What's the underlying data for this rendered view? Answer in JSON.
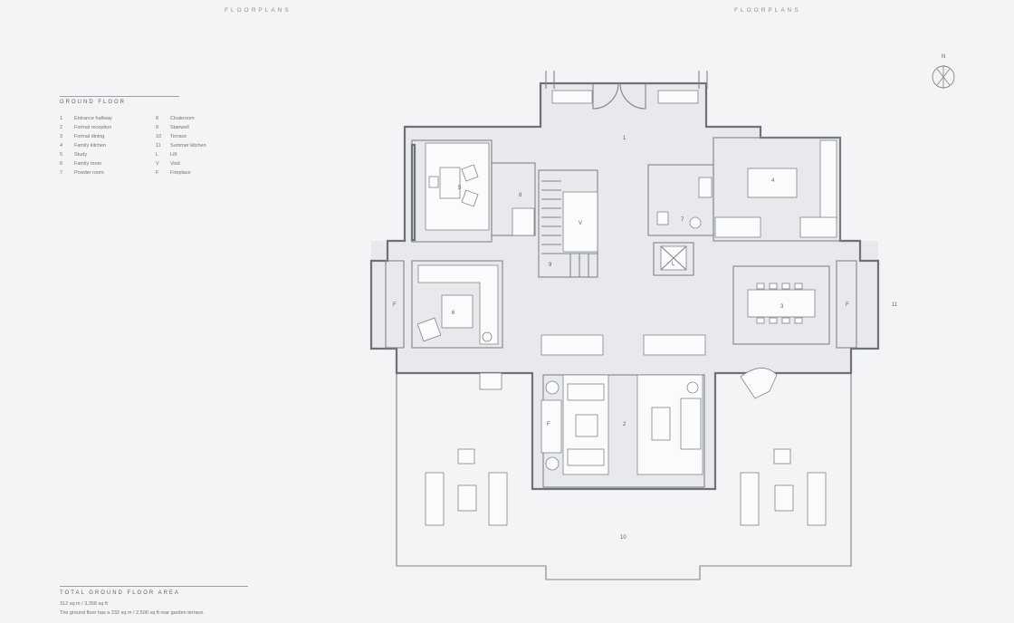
{
  "header": {
    "left": "FLOORPLANS",
    "right": "FLOORPLANS"
  },
  "legend": {
    "title": "GROUND FLOOR",
    "col1": [
      {
        "n": "1",
        "t": "Entrance hallway"
      },
      {
        "n": "2",
        "t": "Formal reception"
      },
      {
        "n": "3",
        "t": "Formal dining"
      },
      {
        "n": "4",
        "t": "Family kitchen"
      },
      {
        "n": "5",
        "t": "Study"
      },
      {
        "n": "6",
        "t": "Family room"
      },
      {
        "n": "7",
        "t": "Powder room"
      }
    ],
    "col2": [
      {
        "n": "8",
        "t": "Cloakroom"
      },
      {
        "n": "9",
        "t": "Stairwell"
      },
      {
        "n": "10",
        "t": "Terrace"
      },
      {
        "n": "11",
        "t": "Summer kitchen"
      },
      {
        "n": "L",
        "t": "Lift"
      },
      {
        "n": "V",
        "t": "Void"
      },
      {
        "n": "F",
        "t": "Fireplace"
      }
    ]
  },
  "total": {
    "title": "TOTAL GROUND FLOOR AREA",
    "area": "312 sq m / 3,358 sq ft",
    "note": "The ground floor has a 232 sq m / 2,500 sq ft rear garden terrace."
  },
  "compass": {
    "label": "N"
  },
  "plan_labels": {
    "r1": "1",
    "r2": "2",
    "r3": "3",
    "r4": "4",
    "r5": "5",
    "r6": "6",
    "r7": "7",
    "r8": "8",
    "r9": "9",
    "r10": "10",
    "r11": "11",
    "lift": "L",
    "void": "V",
    "f_left": "F",
    "f_right": "F",
    "f_recep": "F"
  }
}
